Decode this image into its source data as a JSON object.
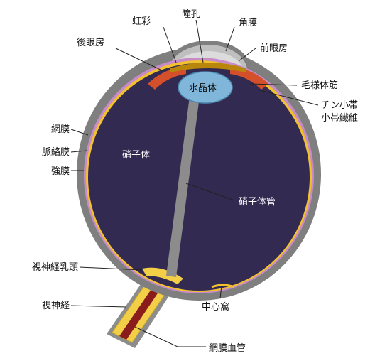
{
  "labels": {
    "iris": "虹彩",
    "pupil": "瞳孔",
    "cornea": "角膜",
    "posterior_chamber": "後眼房",
    "anterior_chamber": "前眼房",
    "lens": "水晶体",
    "ciliary_muscle": "毛様体筋",
    "zonule_1": "チン小帯",
    "zonule_2": "小帯繊維",
    "retina": "網膜",
    "choroid": "脈絡膜",
    "sclera": "強膜",
    "vitreous_body": "硝子体",
    "hyaloid_canal": "硝子体管",
    "optic_disc": "視神経乳頭",
    "optic_nerve": "視神経",
    "fovea": "中心窩",
    "retinal_vessels": "網膜血管"
  },
  "colors": {
    "sclera": "#7f7f7f",
    "vitreous": "#332a52",
    "retina_line": "#f2c12e",
    "choroid_line": "#c78bc7",
    "lens": "#7fb6d9",
    "iris": "#d4502a",
    "optic_nerve": "#f2cf46",
    "vessel": "#8a1c1c"
  }
}
